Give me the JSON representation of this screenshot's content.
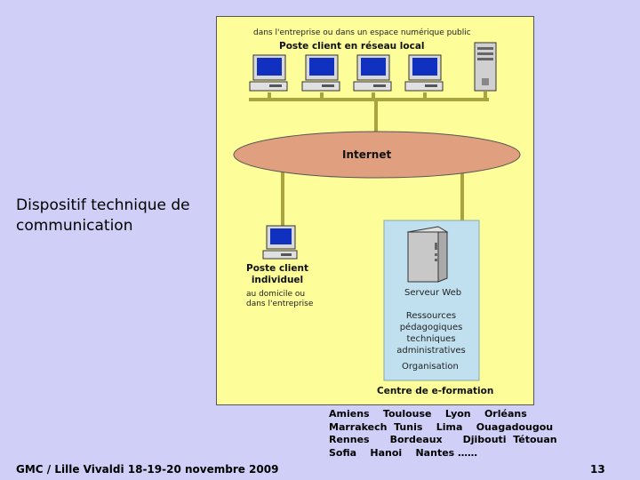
{
  "diagram": {
    "top_caption": "dans l'entreprise ou dans un espace numérique public",
    "lan_title": "Poste client en réseau local",
    "internet_label": "Internet",
    "client_title_line1": "Poste client",
    "client_title_line2": "individuel",
    "client_sub_line1": "au domicile ou",
    "client_sub_line2": "dans l'entreprise",
    "server_label": "Serveur Web",
    "resources": [
      "Ressources",
      "pédagogiques",
      "techniques",
      "administratives"
    ],
    "organisation": "Organisation",
    "center_title": "Centre de e-formation",
    "colors": {
      "panel": "#fdfd9a",
      "internet": "#e0a080",
      "center_box": "#c0e0f0",
      "connector": "#a8a440",
      "screen": "#1030c0"
    }
  },
  "side_title": {
    "line1": "Dispositif technique de",
    "line2": "communication"
  },
  "cities": [
    "Amiens    Toulouse    Lyon    Orléans",
    "Marrakech  Tunis    Lima    Ouagadougou",
    "Rennes      Bordeaux      Djibouti  Tétouan",
    "Sofia    Hanoi    Nantes ……"
  ],
  "footer": "GMC / Lille Vivaldi 18-19-20 novembre 2009",
  "page_number": "13",
  "icons": {
    "workstation": "desktop-computer-icon",
    "tower": "server-tower-icon"
  }
}
